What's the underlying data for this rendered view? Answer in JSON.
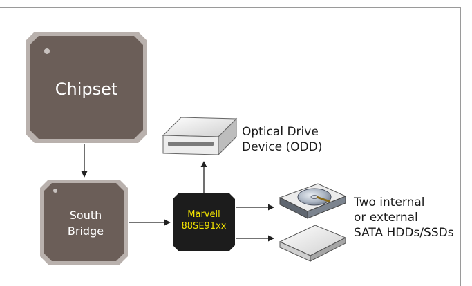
{
  "nodes": {
    "chipset": {
      "label": "Chipset"
    },
    "south_bridge": {
      "line1": "South",
      "line2": "Bridge"
    },
    "marvell": {
      "line1": "Marvell",
      "line2": "88SE91xx"
    },
    "odd": {
      "line1": "Optical Drive",
      "line2": "Device (ODD)"
    },
    "hdd": {
      "line1": "Two internal",
      "line2": "or external",
      "line3": "SATA HDDs/SSDs"
    }
  },
  "colors": {
    "chip_fill": "#6b5e58",
    "chip_outline": "#b9b1ad",
    "chip_edge": "#3d3431",
    "marvell_fill": "#1c1c1c",
    "marvell_text": "#f3e400",
    "arrow": "#222222"
  }
}
